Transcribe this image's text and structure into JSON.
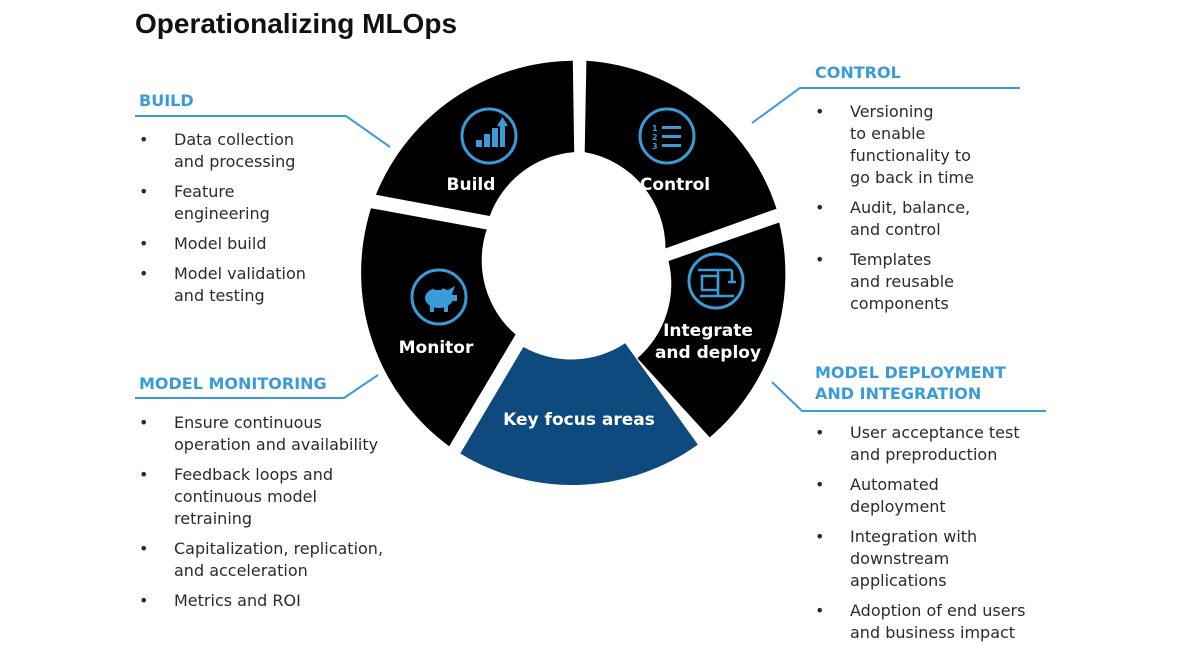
{
  "title": "Operationalizing MLOps",
  "colors": {
    "accent": "#3a9bd9",
    "segment": "#000000",
    "focus": "#0e4a7e",
    "icon_ring": "#3a9bd9"
  },
  "wheel": {
    "center_label": "Key focus areas",
    "segments": [
      {
        "label": "Build",
        "icon": "bar-chart-arrow-icon"
      },
      {
        "label": "Control",
        "icon": "numbered-list-icon"
      },
      {
        "label_line1": "Integrate",
        "label_line2": "and deploy",
        "icon": "crane-icon"
      },
      {
        "label": "Monitor",
        "icon": "piggy-bank-icon"
      }
    ]
  },
  "panels": {
    "build": {
      "title": "BUILD",
      "items": [
        "Data collection\nand processing",
        "Feature\nengineering",
        "Model build",
        "Model validation\nand testing"
      ]
    },
    "control": {
      "title": "CONTROL",
      "items": [
        "Versioning\nto enable\nfunctionality to\ngo back in time",
        "Audit, balance,\nand control",
        "Templates\nand reusable\ncomponents"
      ]
    },
    "monitoring": {
      "title": "MODEL MONITORING",
      "items": [
        "Ensure continuous\noperation and availability",
        "Feedback loops and\ncontinuous model\nretraining",
        "Capitalization, replication,\nand acceleration",
        "Metrics and ROI"
      ]
    },
    "deployment": {
      "title_line1": "MODEL DEPLOYMENT",
      "title_line2": "AND INTEGRATION",
      "items": [
        "User acceptance test\nand preproduction",
        "Automated\ndeployment",
        "Integration with\ndownstream\napplications",
        "Adoption of end users\nand business impact"
      ]
    }
  }
}
